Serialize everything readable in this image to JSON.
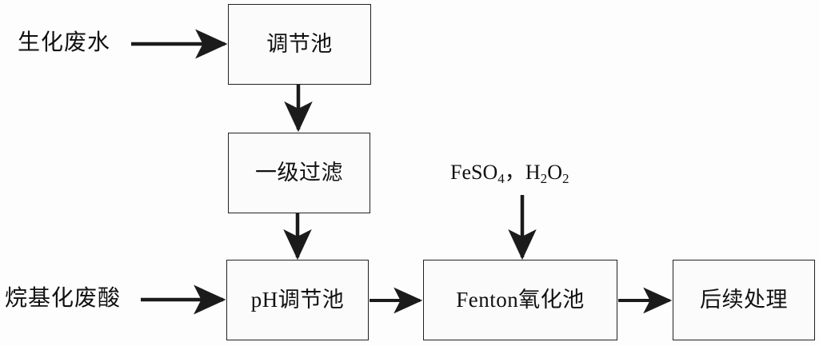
{
  "diagram": {
    "title": "Wastewater Fenton Treatment Flowchart",
    "stroke_color": "#222222",
    "box_fill": "#fbfbfb",
    "background": "#fdfdfd",
    "nodes": [
      {
        "id": "regulation-tank",
        "label": "调节池"
      },
      {
        "id": "primary-filtration",
        "label": "一级过滤"
      },
      {
        "id": "ph-regulation-tank",
        "label": "pH调节池"
      },
      {
        "id": "fenton-oxidation-tank",
        "label": "Fenton氧化池"
      },
      {
        "id": "subsequent-treatment",
        "label": "后续处理"
      }
    ],
    "inputs": [
      {
        "id": "biochemical-wastewater",
        "label": "生化废水"
      },
      {
        "id": "alkylation-waste-acid",
        "label": "烷基化废酸"
      }
    ],
    "reagents": [
      {
        "id": "fenton-reagents",
        "part1": "FeSO",
        "sub1": "4",
        "sep": "，",
        "part2": "H",
        "sub2": "2",
        "part3": "O",
        "sub3": "2"
      }
    ]
  }
}
